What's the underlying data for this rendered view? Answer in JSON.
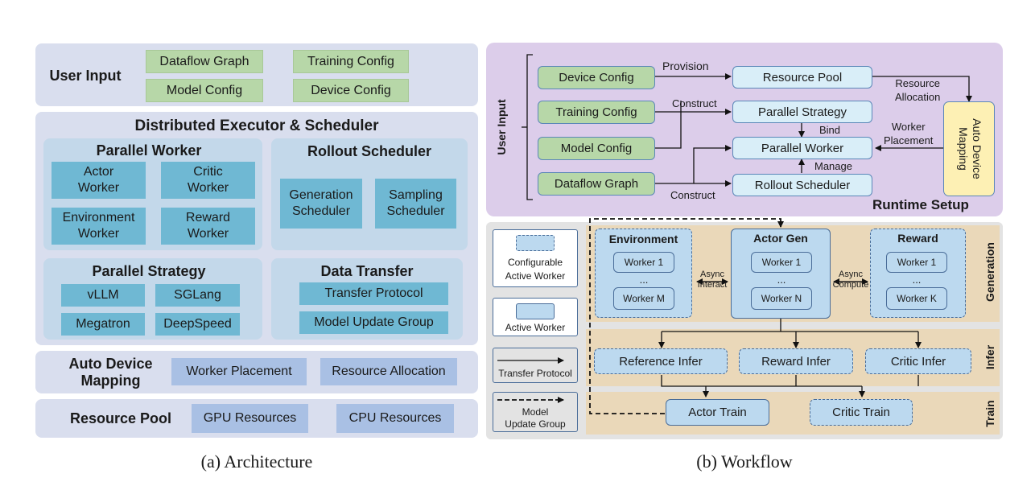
{
  "architecture": {
    "caption": "(a) Architecture",
    "user_input": {
      "title": "User Input",
      "items": [
        "Dataflow Graph",
        "Training Config",
        "Model Config",
        "Device Config"
      ]
    },
    "executor": {
      "title": "Distributed Executor & Scheduler",
      "parallel_worker": {
        "title": "Parallel Worker",
        "items": [
          "Actor\nWorker",
          "Critic\nWorker",
          "Environment\nWorker",
          "Reward\nWorker"
        ]
      },
      "rollout_scheduler": {
        "title": "Rollout Scheduler",
        "items": [
          "Generation\nScheduler",
          "Sampling\nScheduler"
        ]
      },
      "parallel_strategy": {
        "title": "Parallel Strategy",
        "items": [
          "vLLM",
          "SGLang",
          "Megatron",
          "DeepSpeed"
        ]
      },
      "data_transfer": {
        "title": "Data Transfer",
        "items": [
          "Transfer Protocol",
          "Model Update Group"
        ]
      }
    },
    "auto_device_mapping": {
      "title": "Auto Device\nMapping",
      "items": [
        "Worker Placement",
        "Resource Allocation"
      ]
    },
    "resource_pool": {
      "title": "Resource Pool",
      "items": [
        "GPU Resources",
        "CPU Resources"
      ]
    }
  },
  "workflow": {
    "caption": "(b) Workflow",
    "runtime": {
      "user_input_label": "User Input",
      "title": "Runtime Setup",
      "inputs": [
        "Device Config",
        "Training Config",
        "Model Config",
        "Dataflow Graph"
      ],
      "components": [
        "Resource Pool",
        "Parallel Strategy",
        "Parallel Worker",
        "Rollout Scheduler"
      ],
      "auto_mapping": "Auto Device\nMapping",
      "edge_labels": {
        "provision": "Provision",
        "construct_top": "Construct",
        "construct_bottom": "Construct",
        "bind": "Bind",
        "manage": "Manage",
        "resource_allocation": "Resource\nAllocation",
        "worker_placement": "Worker\nPlacement"
      }
    },
    "legend": {
      "configurable": "Configurable\nActive Worker",
      "active": "Active Worker",
      "transfer": "Transfer  Protocol",
      "model_update": "Model\nUpdate Group"
    },
    "generation": {
      "label": "Generation",
      "environment": {
        "title": "Environment",
        "workers": [
          "Worker 1",
          "...",
          "Worker M"
        ]
      },
      "actor_gen": {
        "title": "Actor Gen",
        "workers": [
          "Worker 1",
          "...",
          "Worker N"
        ]
      },
      "reward": {
        "title": "Reward",
        "workers": [
          "Worker 1",
          "...",
          "Worker K"
        ]
      },
      "async_interact": "Async\nInteract",
      "async_compute": "Async\nCompute"
    },
    "infer": {
      "label": "Infer",
      "items": [
        "Reference Infer",
        "Reward Infer",
        "Critic Infer"
      ]
    },
    "train": {
      "label": "Train",
      "items": [
        "Actor Train",
        "Critic Train"
      ]
    }
  }
}
